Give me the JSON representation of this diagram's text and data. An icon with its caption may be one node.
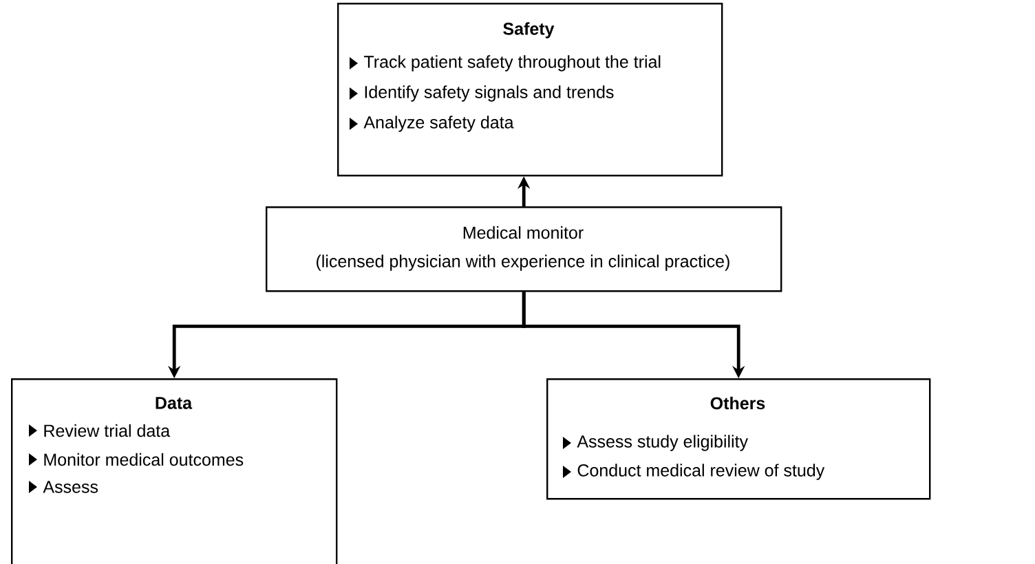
{
  "diagram": {
    "nodes": [
      {
        "text": [
          "Safety",
          "Track patient safety throughout the trial",
          "Identify safety signals and trends",
          "Analyze safety data"
        ]
      },
      {
        "text": [
          "Medical monitor",
          "(licensed physician with experience in clinical practice)"
        ]
      },
      {
        "text": [
          "Data",
          "Review trial data",
          "Monitor medical outcomes",
          "Assess"
        ]
      },
      {
        "text": [
          "Others",
          "Assess study eligibility",
          "Conduct medical review of study"
        ]
      }
    ],
    "edges": [
      {
        "from": 1,
        "to": 0,
        "arrow": "to"
      },
      {
        "from": 1,
        "to": 2,
        "arrow": "to"
      },
      {
        "from": 1,
        "to": 3,
        "arrow": "to"
      }
    ]
  }
}
